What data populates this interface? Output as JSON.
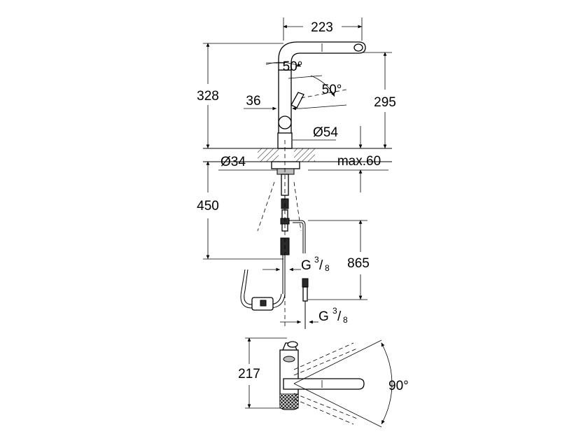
{
  "dimensions": {
    "spout_reach": "223",
    "total_height": "328",
    "outlet_height": "295",
    "swivel_angle_upper": "50°",
    "swivel_angle_side": "50°",
    "lever_offset": "36",
    "base_diameter": "Ø54",
    "hole_diameter": "Ø34",
    "max_thickness": "max.60",
    "below_deck": "450",
    "hose_length": "865",
    "connection_thread": "G",
    "thread_numerator": "3",
    "thread_denominator": "8",
    "top_view_height": "217",
    "rotation_angle": "90°"
  }
}
